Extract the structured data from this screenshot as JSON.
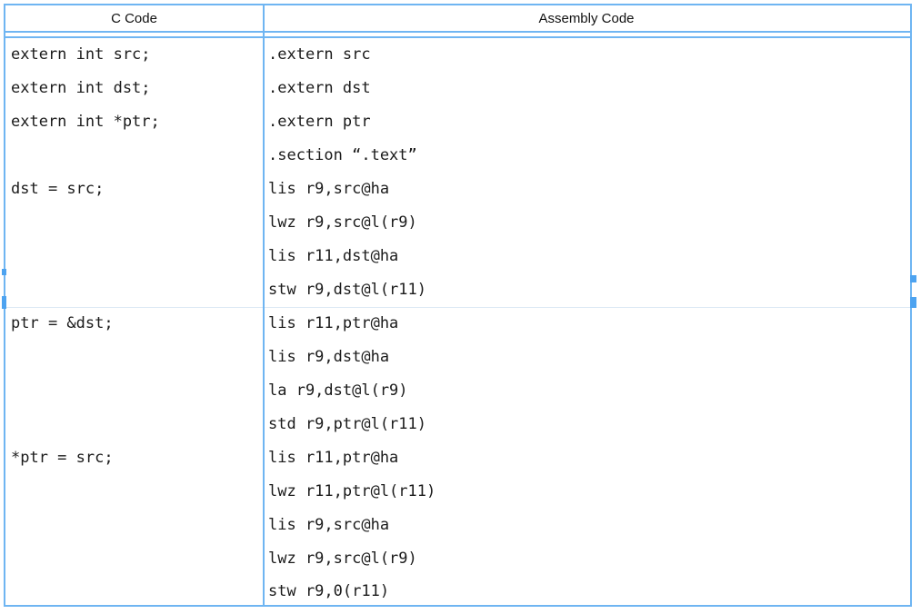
{
  "table": {
    "header": {
      "c_label": "C Code",
      "asm_label": "Assembly Code"
    },
    "rows": [
      {
        "c": "extern int src;",
        "asm": ".extern src"
      },
      {
        "c": "extern int dst;",
        "asm": ".extern dst"
      },
      {
        "c": "extern int *ptr;",
        "asm": ".extern ptr"
      },
      {
        "c": "",
        "asm": ".section “.text”"
      },
      {
        "c": "dst = src;",
        "asm": "lis r9,src@ha"
      },
      {
        "c": "",
        "asm": "lwz r9,src@l(r9)"
      },
      {
        "c": "",
        "asm": "lis r11,dst@ha"
      },
      {
        "c": "",
        "asm": "stw r9,dst@l(r11)"
      },
      {
        "c": "ptr = &dst;",
        "asm": "lis r11,ptr@ha"
      },
      {
        "c": "",
        "asm": "lis r9,dst@ha"
      },
      {
        "c": "",
        "asm": "la r9,dst@l(r9)"
      },
      {
        "c": "",
        "asm": "std r9,ptr@l(r11)"
      },
      {
        "c": "*ptr = src;",
        "asm": "lis r11,ptr@ha"
      },
      {
        "c": "",
        "asm": "lwz r11,ptr@l(r11)"
      },
      {
        "c": "",
        "asm": "lis r9,src@ha"
      },
      {
        "c": "",
        "asm": "lwz r9,src@l(r9)"
      },
      {
        "c": "",
        "asm": "stw r9,0(r11)"
      }
    ],
    "colors": {
      "border_blue": "#6fb5f2",
      "separator_faint": "#dce9f4",
      "text": "#1b1b1b",
      "background": "#ffffff"
    }
  }
}
